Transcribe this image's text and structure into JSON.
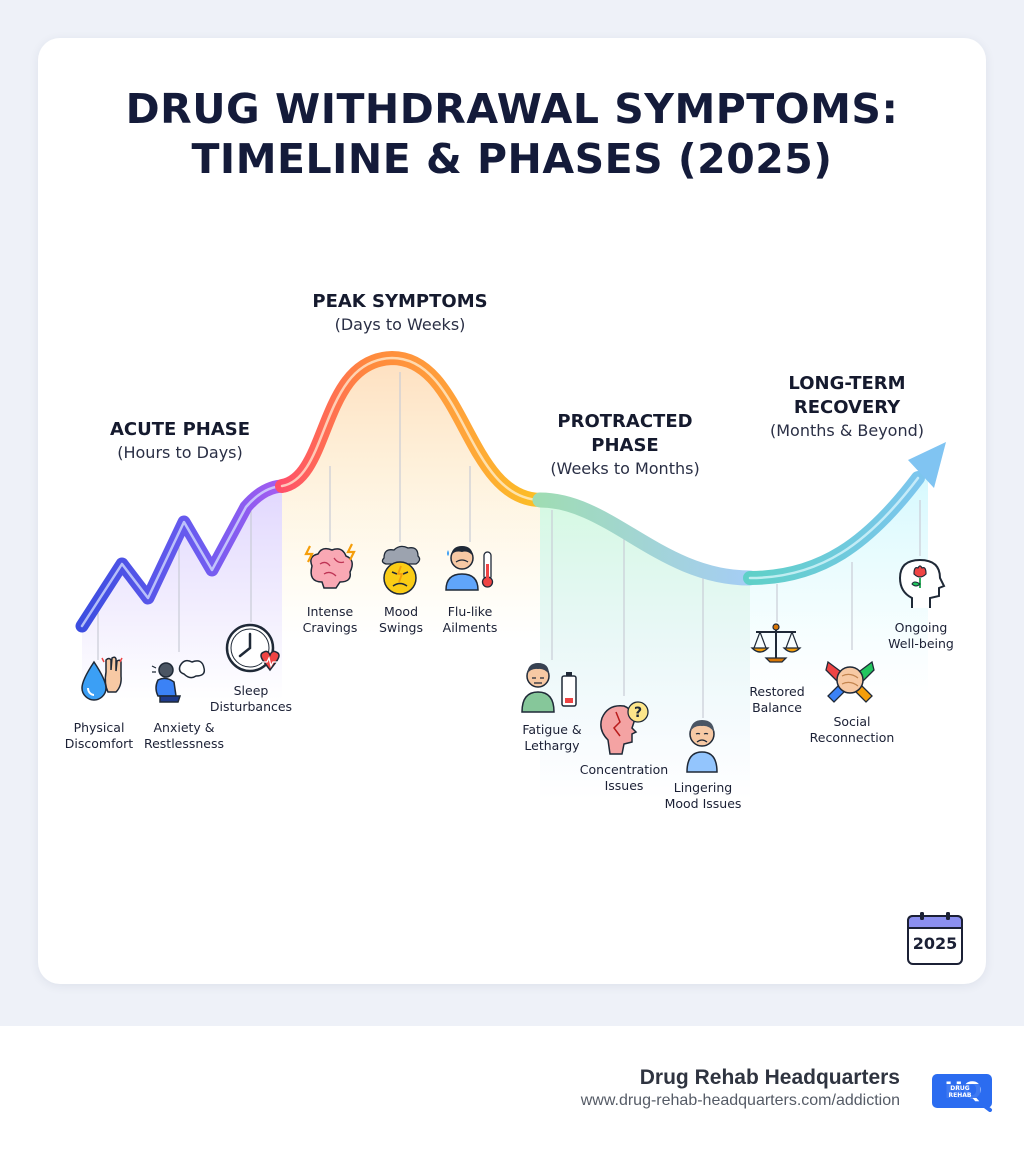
{
  "title": {
    "line1": "DRUG WITHDRAWAL SYMPTOMS:",
    "line2": "TIMELINE & PHASES (2025)"
  },
  "phases": {
    "acute": {
      "name": "ACUTE PHASE",
      "range": "(Hours to Days)"
    },
    "peak": {
      "name": "PEAK SYMPTOMS",
      "range": "(Days to Weeks)"
    },
    "protracted": {
      "name_line1": "PROTRACTED",
      "name_line2": "PHASE",
      "range": "(Weeks to Months)"
    },
    "longterm": {
      "name_line1": "LONG-TERM",
      "name_line2": "RECOVERY",
      "range": "(Months & Beyond)"
    }
  },
  "symptoms": {
    "physical": [
      "Physical",
      "Discomfort"
    ],
    "anxiety": [
      "Anxiety &",
      "Restlessness"
    ],
    "sleep": [
      "Sleep",
      "Disturbances"
    ],
    "cravings": [
      "Intense",
      "Cravings"
    ],
    "mood": [
      "Mood",
      "Swings"
    ],
    "flu": [
      "Flu-like",
      "Ailments"
    ],
    "fatigue": [
      "Fatigue &",
      "Lethargy"
    ],
    "concentration": [
      "Concentration",
      "Issues"
    ],
    "lingering": [
      "Lingering",
      "Mood Issues"
    ],
    "balance": [
      "Restored",
      "Balance"
    ],
    "social": [
      "Social",
      "Reconnection"
    ],
    "wellbeing": [
      "Ongoing",
      "Well-being"
    ]
  },
  "calendar_year": "2025",
  "footer": {
    "brand": "Drug Rehab Headquarters",
    "url": "www.drug-rehab-headquarters.com/addiction",
    "logo_text": [
      "HQ",
      "DRUG",
      "REHAB"
    ]
  },
  "colors": {
    "acute": "#3b4de0",
    "acute_end": "#9b5cf0",
    "peak_start": "#ff5a5a",
    "peak_mid": "#ff9b3d",
    "peak_end": "#fbbf24",
    "protracted": "#8fd6b0",
    "protracted_end": "#93c5fd",
    "recovery": "#5fd0c8",
    "recovery_end": "#7cc8f0",
    "title": "#141b3a",
    "logo": "#2b6cf0"
  },
  "icons": [
    "water-drop-hand-icon",
    "anxious-person-icon",
    "clock-heart-icon",
    "brain-lightning-icon",
    "storm-face-icon",
    "sick-thermometer-icon",
    "tired-person-battery-icon",
    "head-question-icon",
    "sad-person-icon",
    "scales-icon",
    "joined-hands-icon",
    "head-flower-icon",
    "calendar-icon"
  ]
}
